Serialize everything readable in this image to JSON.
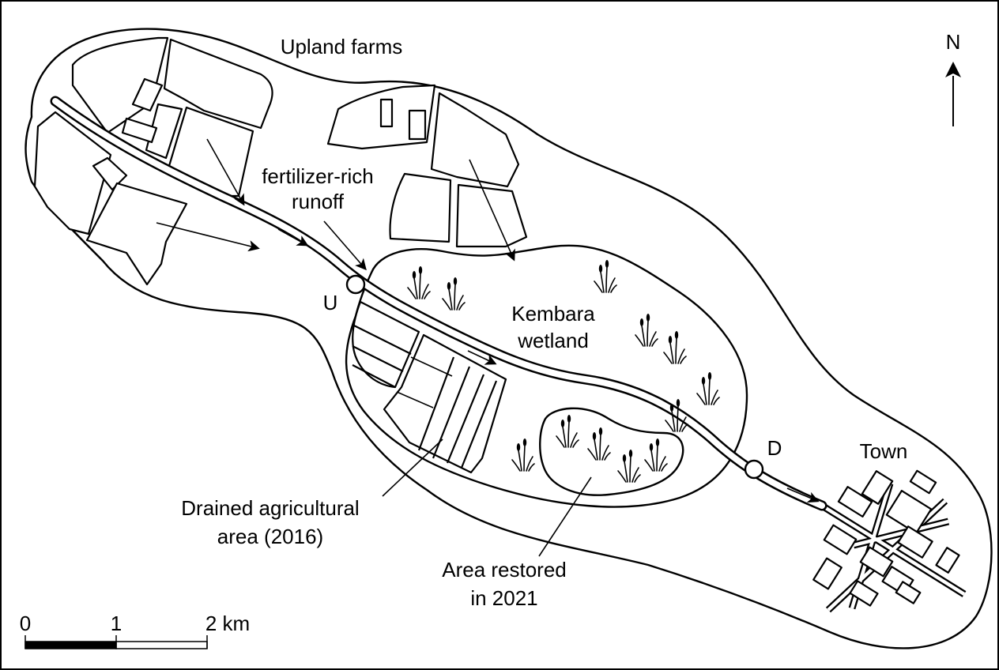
{
  "labels": {
    "upland_farms": "Upland farms",
    "runoff_line1": "fertilizer-rich",
    "runoff_line2": "runoff",
    "point_u": "U",
    "point_d": "D",
    "wetland_line1": "Kembara",
    "wetland_line2": "wetland",
    "town": "Town",
    "drained_line1": "Drained agricultural",
    "drained_line2": "area (2016)",
    "restored_line1": "Area restored",
    "restored_line2": "in 2021",
    "north": "N"
  },
  "scale_bar": {
    "tick_labels": [
      "0",
      "1",
      "2 km"
    ]
  },
  "icons": {
    "reed": "reed-icon",
    "north_arrow": "north-arrow-icon",
    "flow_arrow": "flow-arrow-icon",
    "sampling_point": "sampling-point-icon"
  },
  "colors": {
    "ink": "#000000",
    "background": "#ffffff"
  }
}
